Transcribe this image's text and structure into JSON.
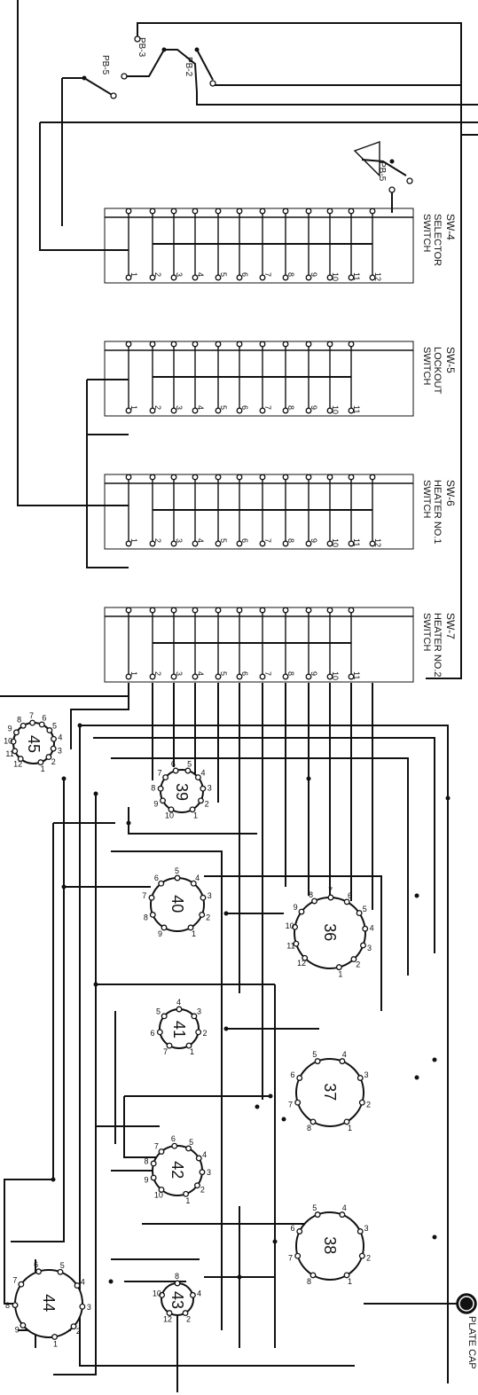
{
  "push_buttons": [
    {
      "id": "pb3",
      "label": "PB-3"
    },
    {
      "id": "pb2",
      "label": "PB-2"
    },
    {
      "id": "pb5a",
      "label": "PB-5"
    },
    {
      "id": "pb5b",
      "label": "PB-5"
    }
  ],
  "switches": [
    {
      "id": "sw4",
      "code": "SW-4",
      "line1": "SELECTOR",
      "line2": "SWITCH",
      "terminals": [
        "1",
        "2",
        "3",
        "4",
        "5",
        "6",
        "7",
        "8",
        "9",
        "10",
        "11",
        "12"
      ]
    },
    {
      "id": "sw5",
      "code": "SW-5",
      "line1": "LOCKOUT",
      "line2": "SWITCH",
      "terminals": [
        "1",
        "2",
        "3",
        "4",
        "5",
        "6",
        "7",
        "8",
        "9",
        "10",
        "11"
      ]
    },
    {
      "id": "sw6",
      "code": "SW-6",
      "line1": "HEATER NO.1",
      "line2": "SWITCH",
      "terminals": [
        "1",
        "2",
        "3",
        "4",
        "5",
        "6",
        "7",
        "8",
        "9",
        "10",
        "11",
        "12"
      ]
    },
    {
      "id": "sw7",
      "code": "SW-7",
      "line1": "HEATER NO.2",
      "line2": "SWITCH",
      "terminals": [
        "1",
        "2",
        "3",
        "4",
        "5",
        "6",
        "7",
        "8",
        "9",
        "10",
        "11"
      ]
    }
  ],
  "sockets": [
    {
      "id": "s45",
      "label": "45",
      "pins": [
        "1",
        "2",
        "3",
        "4",
        "5",
        "6",
        "7",
        "8",
        "9",
        "10",
        "11",
        "12"
      ]
    },
    {
      "id": "s39",
      "label": "39",
      "pins": [
        "1",
        "2",
        "3",
        "4",
        "5",
        "6",
        "7",
        "8",
        "9",
        "10"
      ]
    },
    {
      "id": "s40",
      "label": "40",
      "pins": [
        "1",
        "2",
        "3",
        "4",
        "5",
        "6",
        "7",
        "8",
        "9"
      ]
    },
    {
      "id": "s36",
      "label": "36",
      "pins": [
        "1",
        "2",
        "3",
        "4",
        "5",
        "6",
        "7",
        "8",
        "9",
        "10",
        "11",
        "12"
      ]
    },
    {
      "id": "s41",
      "label": "41",
      "pins": [
        "1",
        "2",
        "3",
        "4",
        "5",
        "6",
        "7"
      ]
    },
    {
      "id": "s37",
      "label": "37",
      "pins": [
        "1",
        "2",
        "3",
        "4",
        "5",
        "6",
        "7",
        "8"
      ]
    },
    {
      "id": "s42",
      "label": "42",
      "pins": [
        "1",
        "2",
        "3",
        "4",
        "5",
        "6",
        "7",
        "8",
        "9",
        "10"
      ]
    },
    {
      "id": "s38",
      "label": "38",
      "pins": [
        "1",
        "2",
        "3",
        "4",
        "5",
        "6",
        "7",
        "8"
      ]
    },
    {
      "id": "s43",
      "label": "43",
      "pins": [
        "2",
        "4",
        "8",
        "10",
        "12"
      ]
    },
    {
      "id": "s44",
      "label": "44",
      "pins": [
        "1",
        "2",
        "3",
        "4",
        "5",
        "6",
        "7",
        "8",
        "9"
      ]
    }
  ],
  "plate_cap": {
    "label": "PLATE CAP"
  }
}
